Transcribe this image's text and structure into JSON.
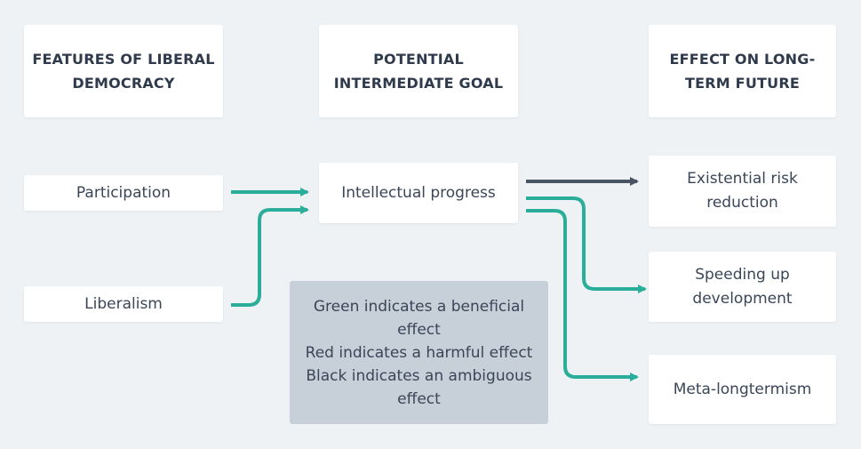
{
  "colors": {
    "background": "#eff2f5",
    "box": "#ffffff",
    "legend_bg": "#c7d0d9",
    "green": "#2aae9a",
    "black": "#4a5563"
  },
  "headers": {
    "features": "FEATURES OF LIBERAL DEMOCRACY",
    "goal": "POTENTIAL INTERMEDIATE GOAL",
    "effect": "EFFECT ON LONG-TERM FUTURE"
  },
  "nodes": {
    "participation": "Participation",
    "liberalism": "Liberalism",
    "intellectual_progress": "Intellectual progress",
    "existential_risk": "Existential risk reduction",
    "speeding_up": "Speeding up development",
    "meta_longtermism": "Meta-longtermism"
  },
  "legend": {
    "green": "Green indicates a beneficial effect",
    "red": "Red indicates a harmful effect",
    "black": "Black indicates an ambiguous effect"
  },
  "edges": [
    {
      "from": "Participation",
      "to": "Intellectual progress",
      "effect": "beneficial",
      "color": "green"
    },
    {
      "from": "Liberalism",
      "to": "Intellectual progress",
      "effect": "beneficial",
      "color": "green"
    },
    {
      "from": "Intellectual progress",
      "to": "Existential risk reduction",
      "effect": "ambiguous",
      "color": "black"
    },
    {
      "from": "Intellectual progress",
      "to": "Speeding up development",
      "effect": "beneficial",
      "color": "green"
    },
    {
      "from": "Intellectual progress",
      "to": "Meta-longtermism",
      "effect": "beneficial",
      "color": "green"
    }
  ]
}
